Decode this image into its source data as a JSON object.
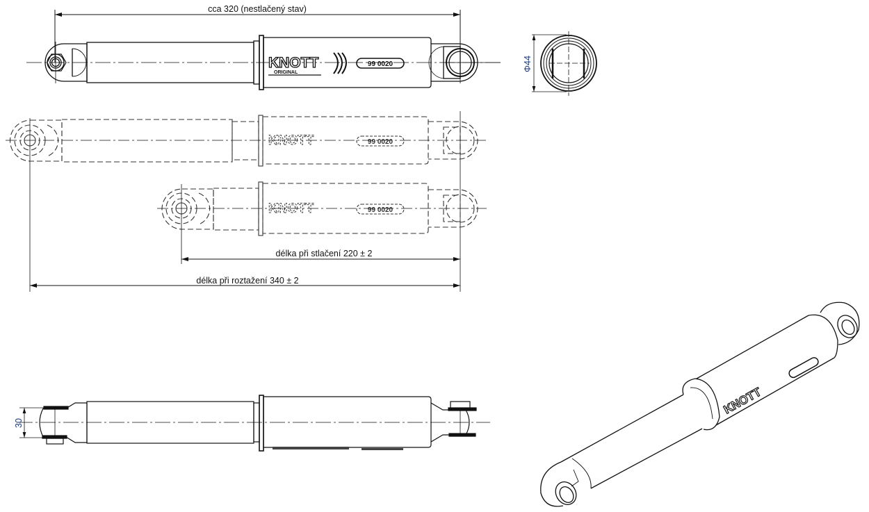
{
  "drawing": {
    "product": "KNOTT",
    "product_sub": "ORIGINAL",
    "part_number": "99 0020",
    "line_color": "#111111",
    "hidden_line_color": "#333333",
    "dim_color": "#1f3a7a"
  },
  "dimensions": {
    "top_length": "cca 320 (nestlačený stav)",
    "diameter": "Φ44",
    "compressed_length": "délka při stlačení 220 ± 2",
    "extended_length": "délka při roztažení 340 ± 2",
    "eye_width": "30"
  },
  "views": [
    {
      "name": "front-view",
      "state": "uncompressed"
    },
    {
      "name": "end-view",
      "state": "section"
    },
    {
      "name": "extended-phantom-view",
      "state": "extended"
    },
    {
      "name": "compressed-phantom-view",
      "state": "compressed"
    },
    {
      "name": "side-view",
      "state": "uncompressed"
    },
    {
      "name": "isometric-view",
      "state": "3d"
    }
  ]
}
